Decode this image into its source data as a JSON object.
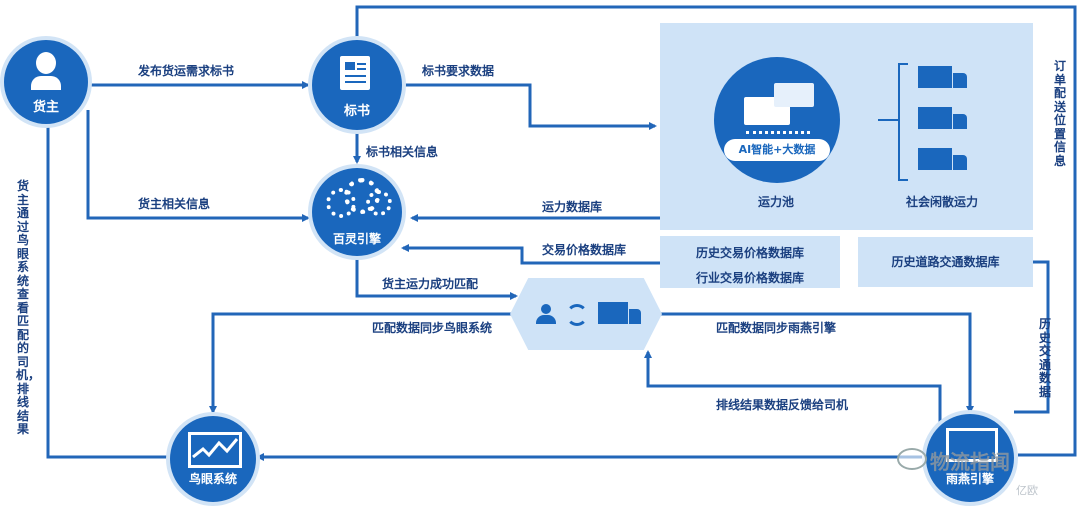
{
  "nodes": {
    "shipper": "货主",
    "tender": "标书",
    "engine": "百灵引擎",
    "eagle": "鸟眼系统",
    "swallow": "雨燕引擎"
  },
  "edges": {
    "publish_demand": "发布货运需求标书",
    "tender_requirements": "标书要求数据",
    "tender_info": "标书相关信息",
    "shipper_info": "货主相关信息",
    "capacity_db": "运力数据库",
    "trade_price_db": "交易价格数据库",
    "match_success": "货主运力成功匹配",
    "sync_eagle": "匹配数据同步鸟眼系统",
    "sync_swallow": "匹配数据同步雨燕引擎",
    "feedback": "排线结果数据反馈给司机",
    "order_location": "订单配送位置信息",
    "history_traffic": "历史交通数据",
    "shipper_view": "货主通过鸟眼系统查看匹配的司机，排线结果"
  },
  "capacity_pool": {
    "ai_label": "AI智能+大数据",
    "pool_label": "运力池",
    "social_label": "社会闲散运力"
  },
  "boxes": {
    "hist_trade_price": "历史交易价格数据库",
    "industry_trade_price": "行业交易价格数据库",
    "hist_road_traffic": "历史道路交通数据库"
  },
  "watermark": {
    "brand": "物流指闻",
    "sub": "亿欧"
  },
  "colors": {
    "primary": "#1a67bd",
    "line": "#2266b8",
    "panel": "#cfe3f7",
    "text": "#1b4080"
  }
}
